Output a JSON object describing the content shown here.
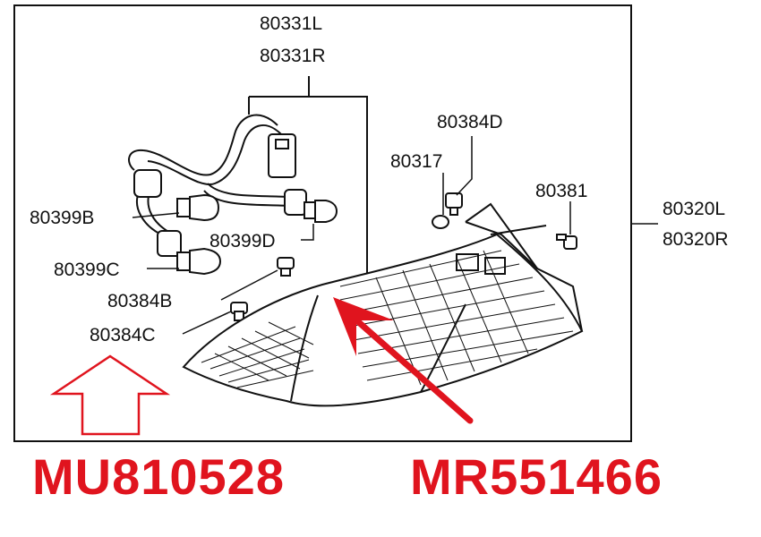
{
  "labels": {
    "harness_left": "80331L",
    "harness_right": "80331R",
    "screw_d": "80384D",
    "gasket": "80317",
    "clip": "80381",
    "lamp_left": "80320L",
    "lamp_right": "80320R",
    "bulb_b": "80399B",
    "bulb_d": "80399D",
    "bulb_c": "80399C",
    "screw_b": "80384B",
    "screw_c": "80384C"
  },
  "part_numbers": {
    "left": "MU810528",
    "right": "MR551466"
  },
  "colors": {
    "highlight": "#e0141e",
    "line": "#111111"
  }
}
